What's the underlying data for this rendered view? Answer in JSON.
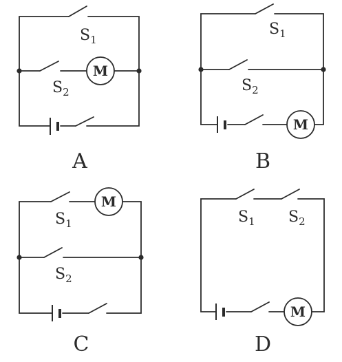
{
  "colors": {
    "line": "#2b2b2b",
    "background": "#ffffff"
  },
  "symbols": {
    "motor": "M",
    "switch1_letter": "S",
    "switch1_index": "1",
    "switch2_letter": "S",
    "switch2_index": "2"
  },
  "panels": {
    "a": {
      "label": "A"
    },
    "b": {
      "label": "B"
    },
    "c": {
      "label": "C"
    },
    "d": {
      "label": "D"
    }
  }
}
